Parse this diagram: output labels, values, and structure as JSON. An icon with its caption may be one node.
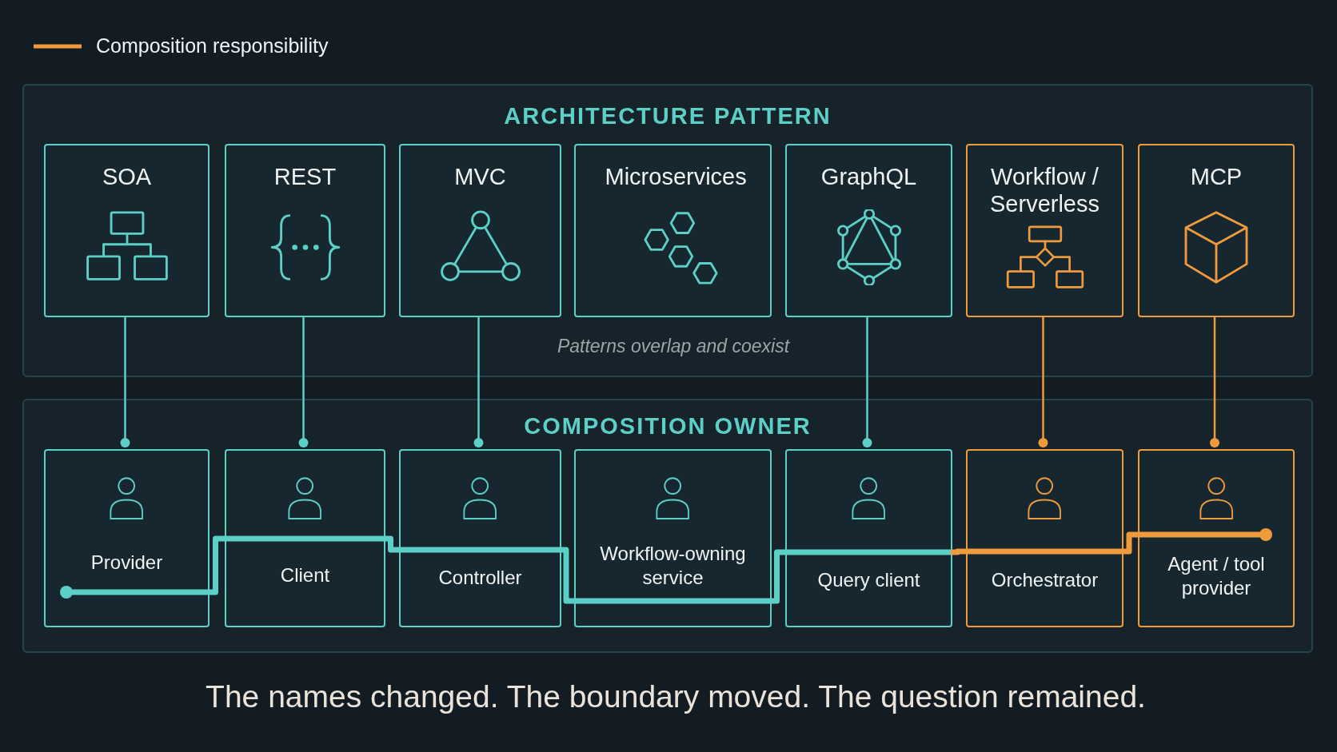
{
  "diagram": {
    "caption": "The names changed. The boundary moved. The question remained.",
    "nodes": [
      {
        "text": [
          "ARCHITECTURE PATTERN"
        ]
      },
      {
        "text": [
          "SOA"
        ],
        "in": 0
      },
      {
        "text": [
          "REST"
        ],
        "in": 0
      },
      {
        "text": [
          "MVC"
        ],
        "in": 0
      },
      {
        "text": [
          "Microservices"
        ],
        "in": 0
      },
      {
        "text": [
          "GraphQL"
        ],
        "in": 0
      },
      {
        "text": [
          "Workflow / Serverless"
        ],
        "in": 0
      },
      {
        "text": [
          "MCP"
        ],
        "in": 0
      },
      {
        "text": [
          "COMPOSITION OWNER"
        ]
      },
      {
        "text": [
          "Provider"
        ],
        "in": 8
      },
      {
        "text": [
          "Client"
        ],
        "in": 8
      },
      {
        "text": [
          "Controller"
        ],
        "in": 8
      },
      {
        "text": [
          "Workflow-owning service"
        ],
        "in": 8
      },
      {
        "text": [
          "Query client"
        ],
        "in": 8
      },
      {
        "text": [
          "Orchestrator"
        ],
        "in": 8
      },
      {
        "text": [
          "Agent / tool provider"
        ],
        "in": 8
      }
    ],
    "edges": [
      {
        "from": 1,
        "to": 9,
        "arrow": "other"
      },
      {
        "from": 2,
        "to": 10,
        "arrow": "other"
      },
      {
        "from": 3,
        "to": 11,
        "arrow": "other"
      },
      {
        "from": 5,
        "to": 13,
        "arrow": "other"
      },
      {
        "from": 6,
        "to": 14,
        "arrow": "other",
        "color": "#ef9a3c"
      },
      {
        "from": 7,
        "to": 15,
        "arrow": "other",
        "color": "#ef9a3c"
      },
      {
        "from": 9,
        "to": 10,
        "arrow": "none",
        "style": "thick"
      },
      {
        "from": 10,
        "to": 11,
        "arrow": "none",
        "style": "thick"
      },
      {
        "from": 11,
        "to": 12,
        "arrow": "none",
        "style": "thick"
      },
      {
        "from": 12,
        "to": 13,
        "arrow": "none",
        "style": "thick"
      },
      {
        "from": 13,
        "to": 14,
        "arrow": "none",
        "style": "thick",
        "color": "#ef9a3c"
      },
      {
        "from": 14,
        "to": 15,
        "arrow": "none",
        "style": "thick",
        "color": "#ef9a3c"
      }
    ],
    "labels": [
      "Patterns overlap and coexist"
    ],
    "legend": [
      {
        "text": "Composition responsibility"
      }
    ]
  }
}
